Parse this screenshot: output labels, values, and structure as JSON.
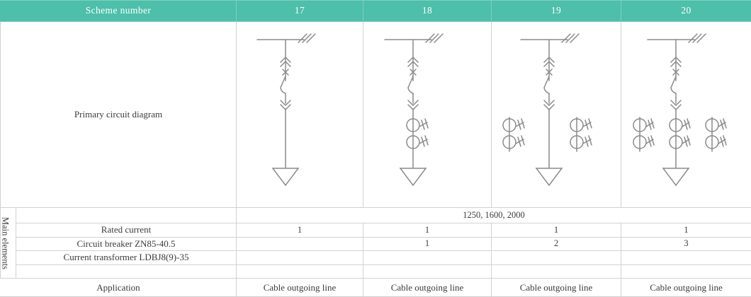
{
  "header": {
    "label": "Scheme number",
    "schemes": [
      "17",
      "18",
      "19",
      "20"
    ]
  },
  "rows": {
    "diagram_label": "Primary circuit diagram",
    "main_elements_label": "Main elements",
    "rated_current_label": "Rated current",
    "circuit_breaker_label": "Circuit breaker ZN85-40.5",
    "current_transformer_label": "Current transformer LDBJ8(9)-35",
    "blank_label_top": "",
    "blank_label_bottom": "",
    "application_label": "Application"
  },
  "values": {
    "rated_current_span": "1250, 1600, 2000",
    "rated_current": [
      "1",
      "1",
      "1",
      "1"
    ],
    "circuit_breaker": [
      "",
      "1",
      "2",
      "3"
    ],
    "current_transformer": [
      "",
      "",
      "",
      ""
    ],
    "blank_row": [
      "",
      "",
      "",
      ""
    ],
    "application": [
      "Cable outgoing line",
      "Cable outgoing line",
      "Cable outgoing line",
      "Cable outgoing line"
    ]
  },
  "colors": {
    "header_band": "#4dbfaa",
    "header_text": "#ffffff",
    "grid_line": "#d2d2d2",
    "body_text": "#3b3b3b",
    "diagram_stroke": "#8a8a8a"
  },
  "diagrams": [
    {
      "scheme": "17",
      "busbar": "busbar-with-hatch",
      "elements": [
        "isolating-contact-upper",
        "cross-contact",
        "circuit-breaker",
        "isolating-contact-lower",
        "cable-termination-arrow"
      ],
      "ct_columns": 0,
      "ct_per_column": 0
    },
    {
      "scheme": "18",
      "busbar": "busbar-with-hatch",
      "elements": [
        "isolating-contact-upper",
        "cross-contact",
        "circuit-breaker",
        "isolating-contact-lower",
        "current-transformer",
        "current-transformer",
        "cable-termination-arrow"
      ],
      "ct_columns": 1,
      "ct_per_column": 2
    },
    {
      "scheme": "19",
      "busbar": "busbar-with-hatch",
      "elements": [
        "isolating-contact-upper",
        "cross-contact",
        "circuit-breaker",
        "isolating-contact-lower",
        "current-transformer-left-pair",
        "current-transformer-right-pair",
        "cable-termination-arrow"
      ],
      "ct_columns": 2,
      "ct_per_column": 2
    },
    {
      "scheme": "20",
      "busbar": "busbar-with-hatch",
      "elements": [
        "isolating-contact-upper",
        "cross-contact",
        "circuit-breaker",
        "isolating-contact-lower",
        "current-transformer-left-pair",
        "current-transformer-center-pair",
        "current-transformer-right-pair",
        "cable-termination-arrow"
      ],
      "ct_columns": 3,
      "ct_per_column": 2
    }
  ]
}
